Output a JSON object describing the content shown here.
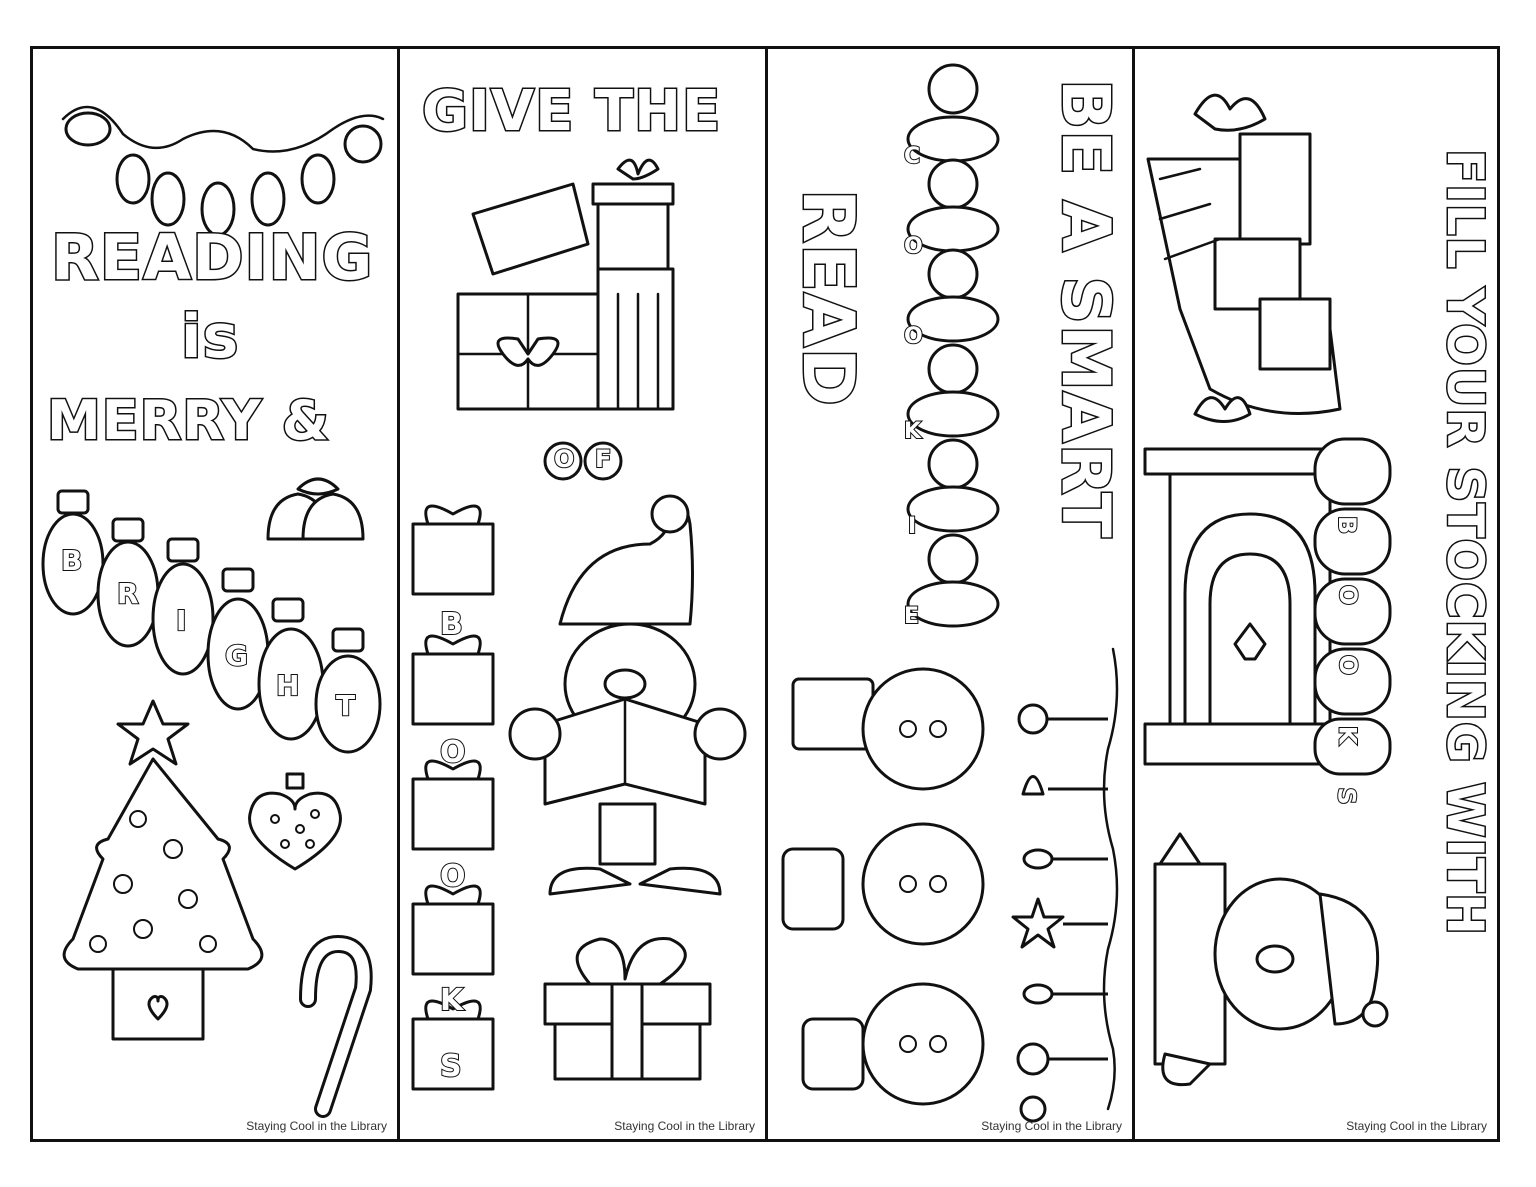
{
  "bookmarks": [
    {
      "title_lines": [
        "READING",
        "is",
        "MERRY &"
      ],
      "bulb_letters": [
        "B",
        "R",
        "I",
        "G",
        "H",
        "T"
      ],
      "credit": "Staying Cool in the Library"
    },
    {
      "title_line": "GIVE THE",
      "of_badge": [
        "O",
        "F"
      ],
      "gift_letters": [
        "B",
        "O",
        "O",
        "K",
        "S"
      ],
      "credit": "Staying Cool in the Library"
    },
    {
      "vertical_lines": [
        "BE A SMART",
        "READ"
      ],
      "cookie_letters": [
        "C",
        "O",
        "O",
        "K",
        "I",
        "E"
      ],
      "credit": "Staying Cool in the Library"
    },
    {
      "vertical_line": "FILL YOUR STOCKING WITH",
      "stocking_letters": [
        "B",
        "O",
        "O",
        "K",
        "S"
      ],
      "credit": "Staying Cool in the Library"
    }
  ],
  "colors": {
    "ink": "#111111",
    "paper": "#ffffff"
  },
  "icons": [
    "string-lights-icon",
    "bell-icon",
    "christmas-tree-icon",
    "ornament-icon",
    "candy-cane-icon",
    "gift-stack-icon",
    "elf-reading-icon",
    "gingerbread-icon",
    "snowman-icon",
    "fireplace-icon",
    "elf-icon"
  ]
}
